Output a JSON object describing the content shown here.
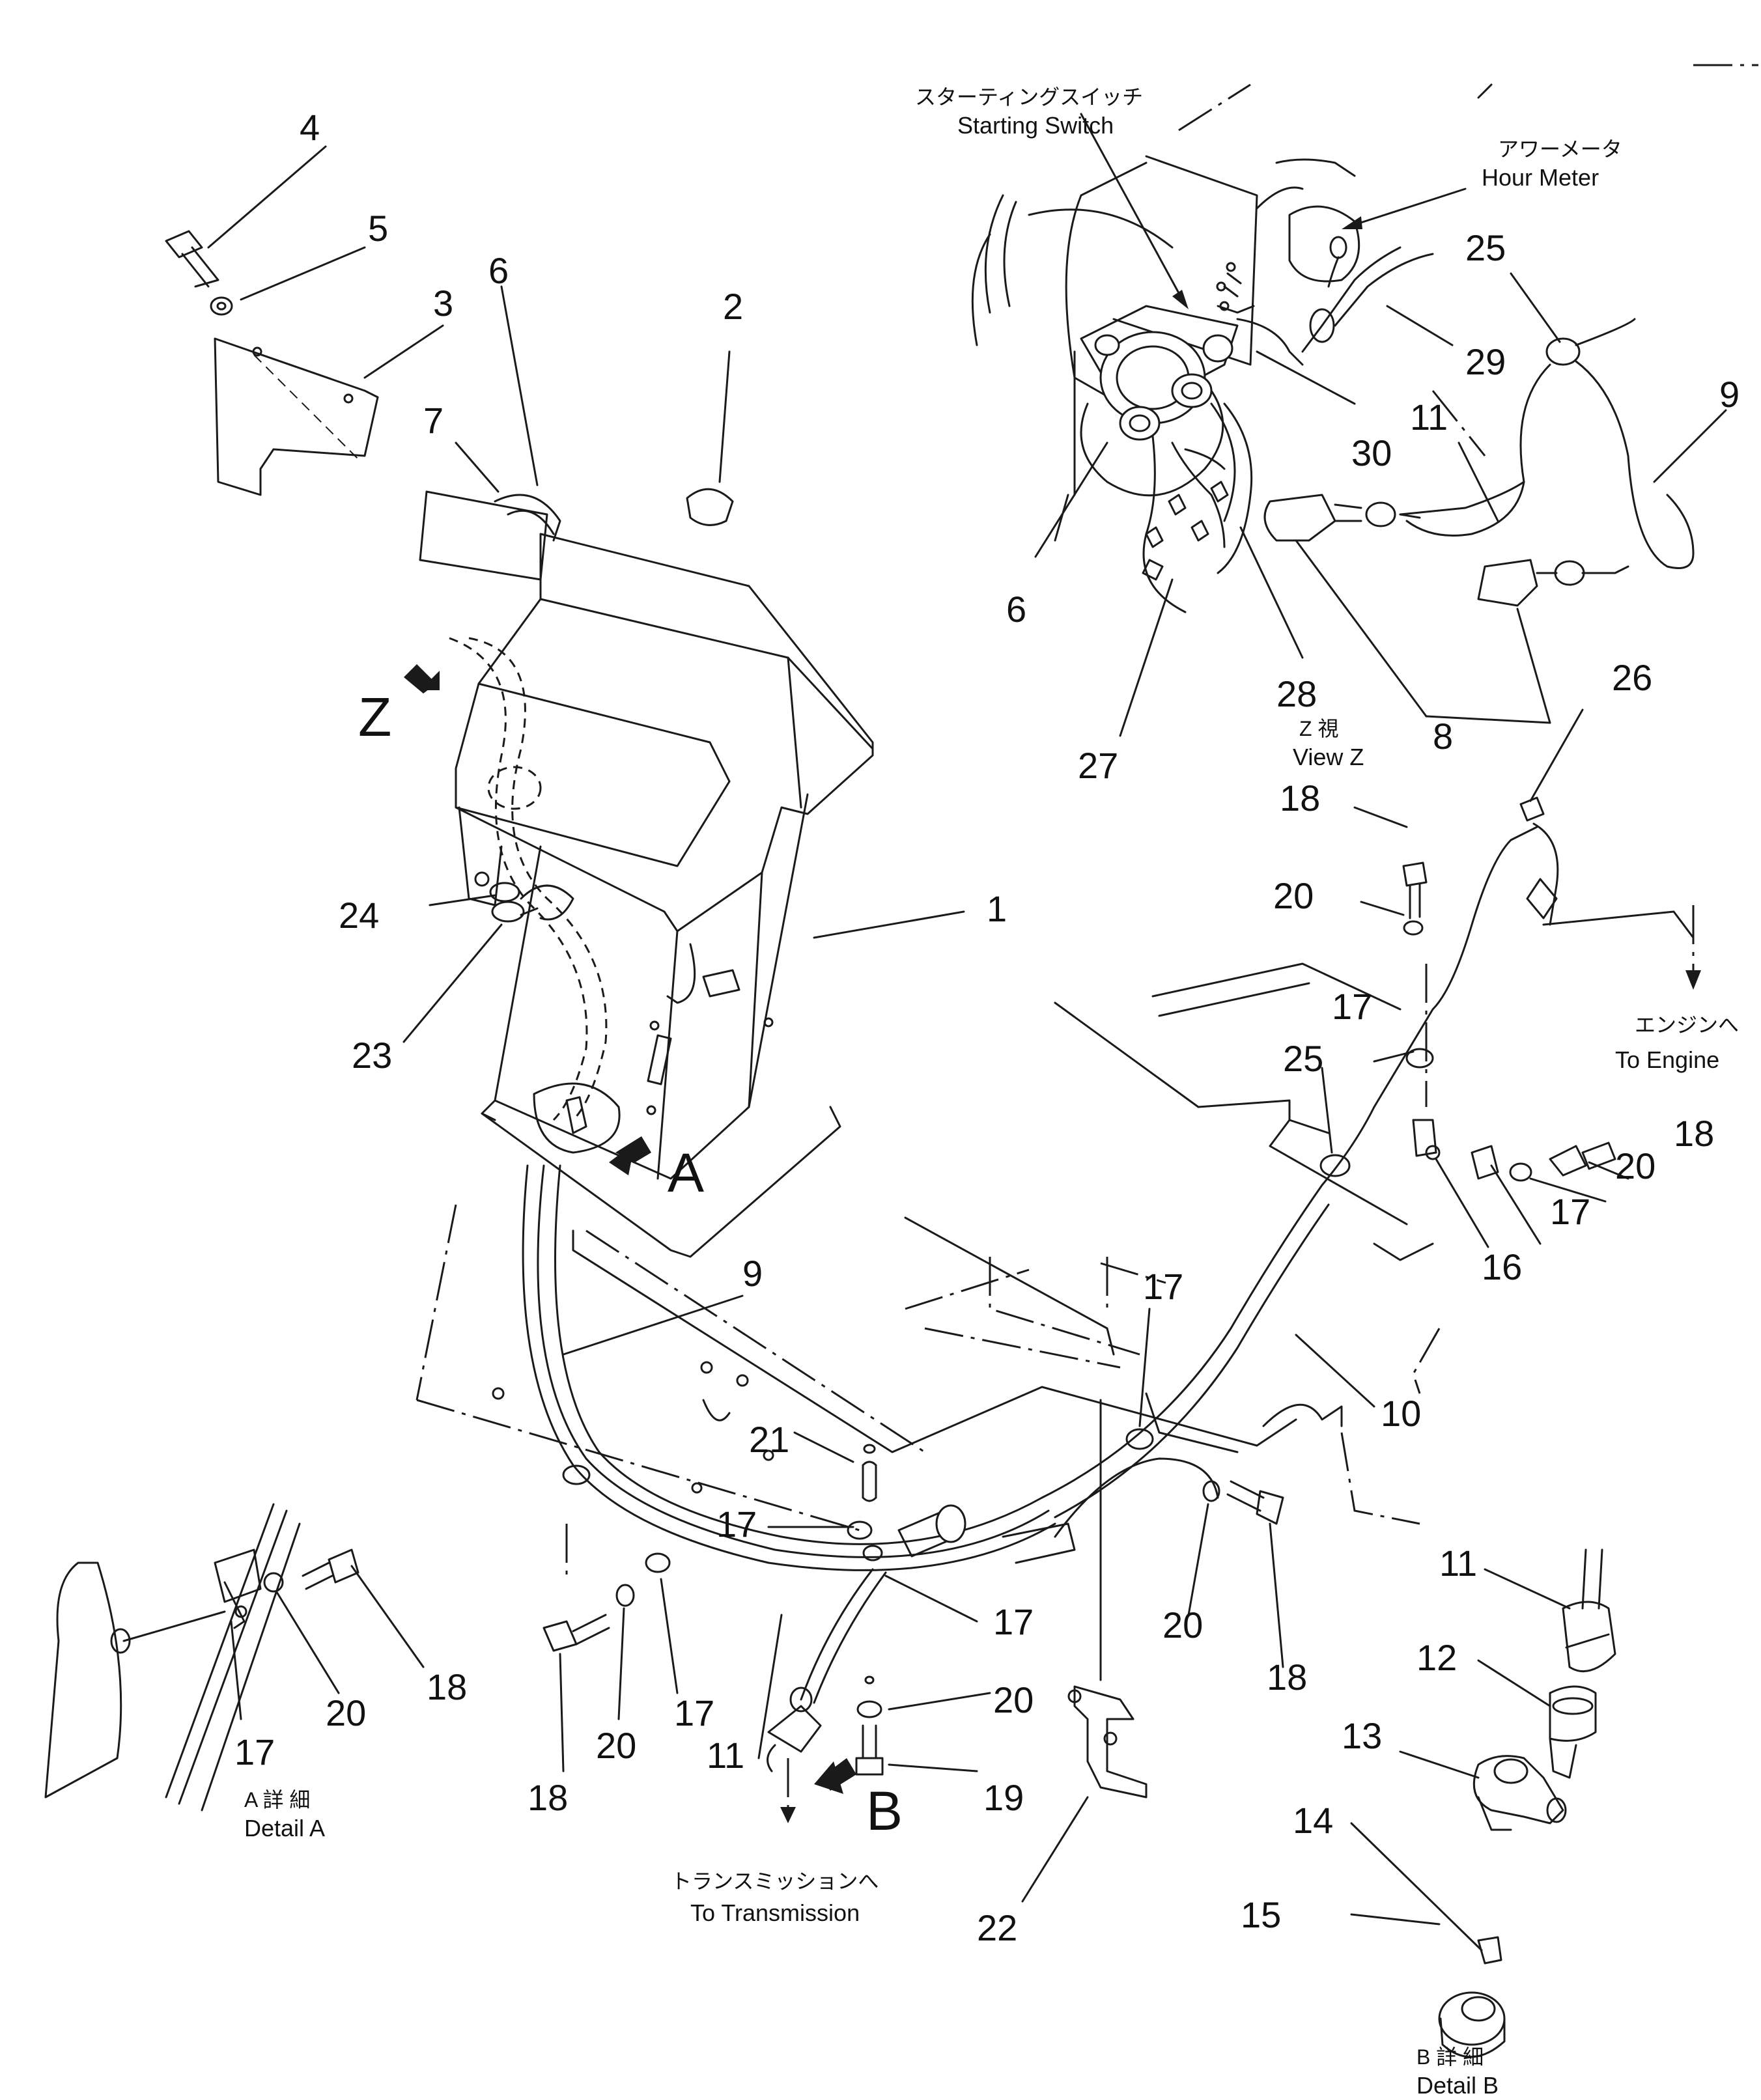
{
  "diagram": {
    "part_numbers": [
      "1",
      "2",
      "3",
      "4",
      "5",
      "6",
      "7",
      "8",
      "9",
      "10",
      "11",
      "12",
      "13",
      "14",
      "15",
      "16",
      "17",
      "18",
      "19",
      "20",
      "21",
      "22",
      "23",
      "24",
      "25",
      "26",
      "27",
      "28",
      "29",
      "30"
    ],
    "view_letters": {
      "z": "Z",
      "a": "A",
      "b": "B"
    },
    "labels": {
      "starting_switch_jp": "スターティングスイッチ",
      "starting_switch_en": "Starting Switch",
      "hour_meter_jp": "アワーメータ",
      "hour_meter_en": "Hour Meter",
      "view_z_jp": "Z 視",
      "view_z_en": "View Z",
      "to_engine_jp": "エンジンへ",
      "to_engine_en": "To Engine",
      "detail_a_jp": "A 詳 細",
      "detail_a_en": "Detail A",
      "to_transmission_jp": "トランスミッションへ",
      "to_transmission_en": "To Transmission",
      "detail_b_jp": "B 詳 細",
      "detail_b_en": "Detail B"
    },
    "callouts": {
      "c1": "1",
      "c2": "2",
      "c3": "3",
      "c4": "4",
      "c5": "5",
      "c6_main": "6",
      "c7": "7",
      "c23": "23",
      "c24": "24",
      "c9_main": "9",
      "c21": "21",
      "c17_center": "17",
      "c17_lower": "17",
      "c17_left_bottom": "17",
      "c11_bottom": "11",
      "c18_bottom": "18",
      "c20_bottom": "20",
      "c20_b": "20",
      "c19": "19",
      "c22": "22",
      "c6_z": "6",
      "c27": "27",
      "c28": "28",
      "c8": "8",
      "c30": "30",
      "c29": "29",
      "c25_top": "25",
      "c9_right": "9",
      "c11_z": "11",
      "c26": "26",
      "c18_right_top": "18",
      "c20_right_top": "20",
      "c17_right": "17",
      "c25_mid": "25",
      "c18_right": "18",
      "c20_right": "20",
      "c17_right_clip": "17",
      "c16": "16",
      "c10": "10",
      "c17_upper": "17",
      "c20_mid": "20",
      "c18_mid": "18",
      "c11_b": "11",
      "c12": "12",
      "c13": "13",
      "c14": "14",
      "c15": "15",
      "c17_detail_a": "17",
      "c20_detail_a": "20",
      "c18_detail_a": "18"
    }
  }
}
